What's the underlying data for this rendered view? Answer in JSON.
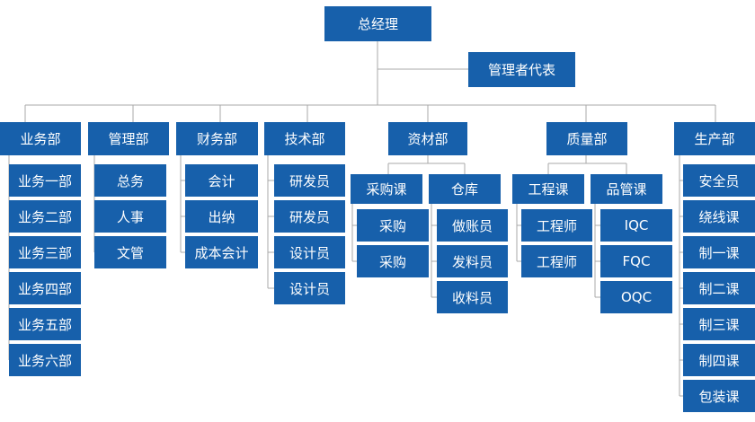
{
  "org_chart": {
    "ceo": "总经理",
    "management_rep": "管理者代表",
    "departments": {
      "sales": {
        "name": "业务部",
        "units": [
          "业务一部",
          "业务二部",
          "业务三部",
          "业务四部",
          "业务五部",
          "业务六部"
        ]
      },
      "management": {
        "name": "管理部",
        "units": [
          "总务",
          "人事",
          "文管"
        ]
      },
      "finance": {
        "name": "财务部",
        "units": [
          "会计",
          "出纳",
          "成本会计"
        ]
      },
      "technical": {
        "name": "技术部",
        "units": [
          "研发员",
          "研发员",
          "设计员",
          "设计员"
        ]
      },
      "materials": {
        "name": "资材部",
        "sections": [
          {
            "name": "采购课",
            "units": [
              "采购",
              "采购"
            ]
          },
          {
            "name": "仓库",
            "units": [
              "做账员",
              "发料员",
              "收料员"
            ]
          }
        ]
      },
      "quality": {
        "name": "质量部",
        "sections": [
          {
            "name": "工程课",
            "units": [
              "工程师",
              "工程师"
            ]
          },
          {
            "name": "品管课",
            "units": [
              "IQC",
              "FQC",
              "OQC"
            ]
          }
        ]
      },
      "production": {
        "name": "生产部",
        "units": [
          "安全员",
          "绕线课",
          "制一课",
          "制二课",
          "制三课",
          "制四课",
          "包装课"
        ]
      }
    }
  }
}
